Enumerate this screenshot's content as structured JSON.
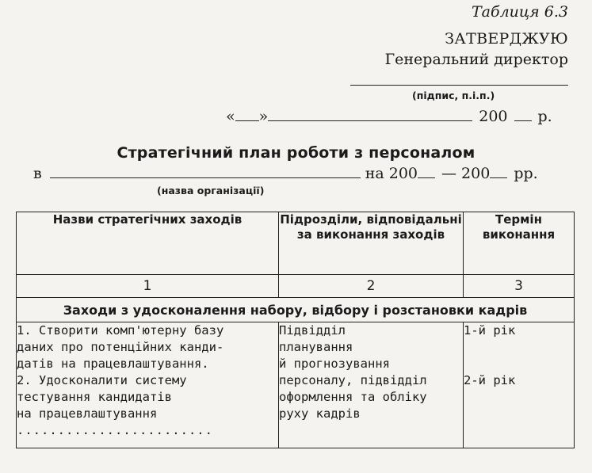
{
  "header": {
    "table_label": "Таблиця 6.3",
    "approve": "ЗАТВЕРДЖУЮ",
    "approver": "Генеральний директор",
    "signature_caption": "(підпис, п.і.п.)",
    "date_open_quote": "«",
    "date_close_quote": "»",
    "date_year": "200",
    "date_suffix": "р."
  },
  "plan": {
    "title": "Стратегічний план роботи з персоналом",
    "org_prefix": "в",
    "org_years_prefix": "на 200",
    "org_dash": "— 200",
    "org_suffix": "рр.",
    "org_caption": "(назва організації)"
  },
  "table": {
    "columns": [
      "Назви стратегічних заходів",
      "Підрозділи, відповідальні за виконання заходів",
      "Термін виконання"
    ],
    "column_numbers": [
      "1",
      "2",
      "3"
    ],
    "section_title": "Заходи з удосконалення набору, відбору і розстановки кадрів",
    "measures": [
      "1. Створити комп'ютерну базу",
      "даних про потенційних канди-",
      "датів на працевлаштування.",
      "2. Удосконалити систему",
      "тестування кандидатів",
      "на працевлаштування",
      "........................"
    ],
    "departments": [
      "Підвідділ",
      "планування",
      "й прогнозування",
      "персоналу, підвідділ",
      "оформлення та обліку",
      "руху кадрів"
    ],
    "terms": [
      "1-й рік",
      "2-й рік"
    ]
  }
}
